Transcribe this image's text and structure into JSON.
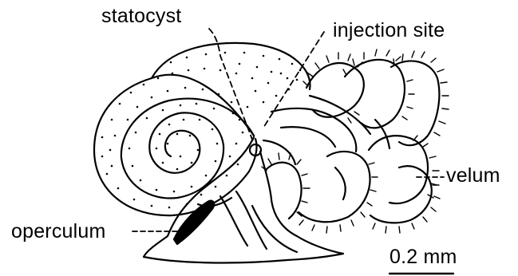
{
  "labels": {
    "statocyst": "statocyst",
    "injection_site": "injection site",
    "velum": "velum",
    "operculum": "operculum"
  },
  "scale_bar": {
    "label": "0.2 mm"
  },
  "colors": {
    "ink": "#000000",
    "background": "#ffffff"
  }
}
